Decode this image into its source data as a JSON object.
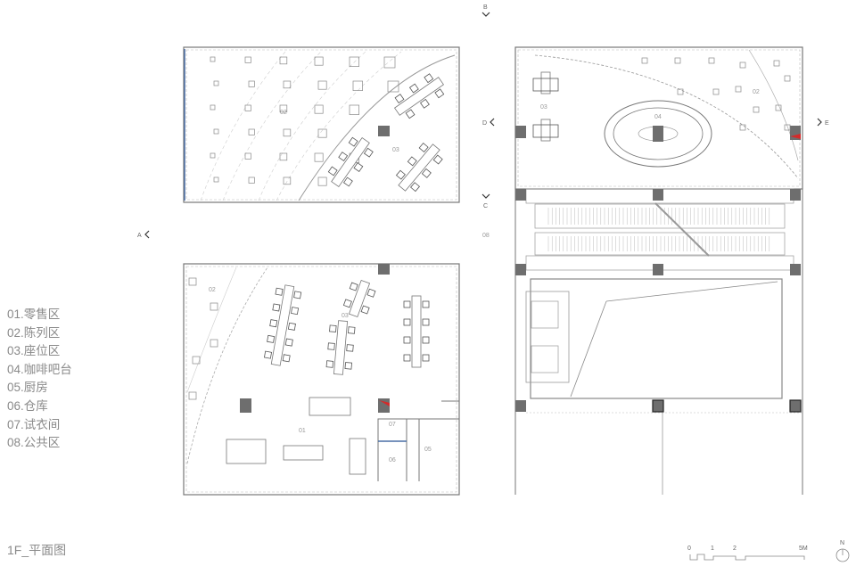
{
  "legend": {
    "items": [
      "01.零售区",
      "02.陈列区",
      "03.座位区",
      "04.咖啡吧台",
      "05.厨房",
      "06.仓库",
      "07.试衣间",
      "08.公共区"
    ]
  },
  "title": "1F_平面图",
  "plans": {
    "top_left": {
      "labels": [
        "02",
        "03"
      ]
    },
    "bottom_left": {
      "labels": [
        "02",
        "03",
        "01",
        "07",
        "06",
        "05"
      ]
    },
    "top_right": {
      "labels": [
        "03",
        "04",
        "02"
      ]
    },
    "bottom_right": {
      "labels": [
        "08"
      ]
    }
  },
  "section_markers": {
    "a": "A",
    "b": "B",
    "c": "C",
    "d": "D",
    "e": "E"
  },
  "scale_bar": {
    "labels": [
      "0",
      "1",
      "2",
      "5M"
    ]
  },
  "north": "N",
  "colors": {
    "line": "#888888",
    "column": "#6e6e6e",
    "accent": "#d42a2a",
    "glass": "#4a6fa5"
  }
}
